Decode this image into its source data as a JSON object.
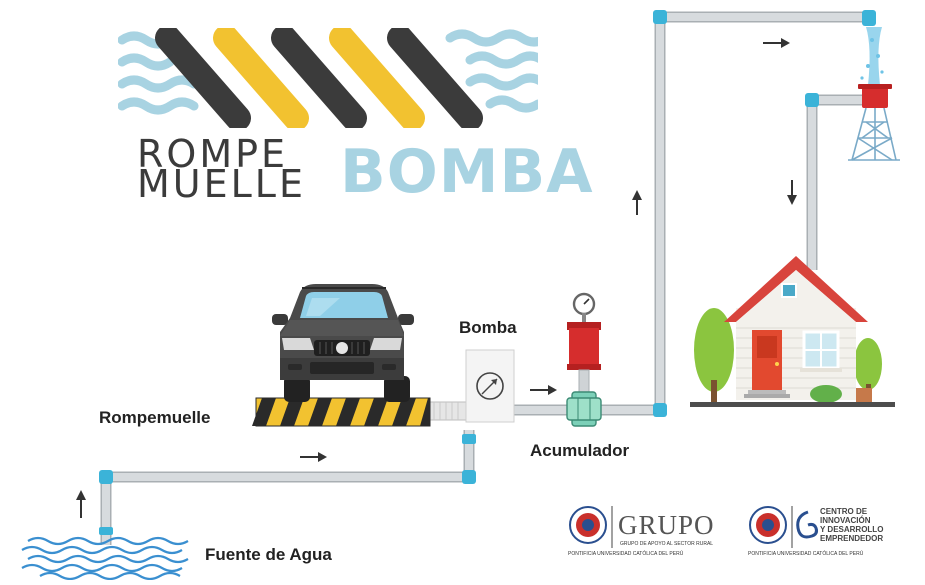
{
  "logo": {
    "line1": "ROMPE",
    "line2": "MUELLE",
    "line3": "BOMBA",
    "colors": {
      "dark": "#3b3b3b",
      "yellow": "#f2c230",
      "lightblue": "#a8d3e2"
    }
  },
  "labels": {
    "bomba": "Bomba",
    "acumulador": "Acumulador",
    "rompemuelle": "Rompemuelle",
    "fuente": "Fuente de Agua"
  },
  "institutions": {
    "grupo": {
      "name": "GRUPO",
      "subtitle": "GRUPO DE APOYO AL SECTOR RURAL",
      "university": "PONTIFICIA UNIVERSIDAD CATÓLICA DEL PERÚ"
    },
    "centro": {
      "line1": "CENTRO DE",
      "line2": "INNOVACIÓN",
      "line3": "Y DESARROLLO",
      "line4": "EMPRENDEDOR",
      "university": "PONTIFICIA UNIVERSIDAD CATÓLICA DEL PERÚ"
    }
  },
  "colors": {
    "pipe": "#cfd3d6",
    "pipe_edge": "#a9afb3",
    "elbow": "#3bb3d8",
    "water": "#3a8fd0",
    "accumulator": "#d62d2d",
    "roof": "#d8443c",
    "door": "#e2492f"
  }
}
